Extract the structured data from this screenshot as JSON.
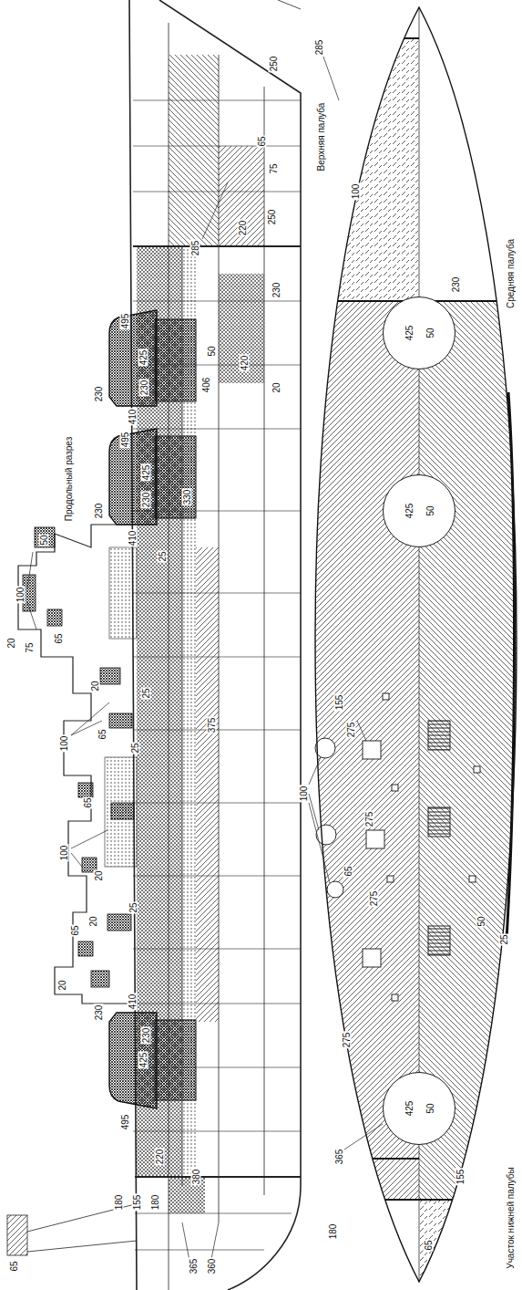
{
  "diagram": {
    "nodes": [
      {
        "text": [
          "425",
          "50"
        ]
      },
      {
        "text": [
          "425",
          "50"
        ]
      },
      {
        "text": [
          "425",
          "50"
        ]
      }
    ],
    "labels": [
      "Продольный разрез",
      "250",
      "65",
      "75",
      "250",
      "220",
      "285",
      "230",
      "20",
      "50",
      "420",
      "406",
      "495",
      "425",
      "230",
      "230",
      "410",
      "495",
      "425",
      "230",
      "230",
      "410",
      "330",
      "25",
      "50",
      "100",
      "20",
      "75",
      "65",
      "20",
      "25",
      "65",
      "100",
      "25",
      "65",
      "375",
      "100",
      "20",
      "25",
      "65",
      "20",
      "20",
      "230",
      "410",
      "425",
      "230",
      "495",
      "380",
      "220",
      "180",
      "155",
      "180",
      "365",
      "360",
      "65",
      "285",
      "Верхняя палуба",
      "100",
      "230",
      "Средняя палуба",
      "155",
      "275",
      "100",
      "275",
      "65",
      "275",
      "50",
      "25",
      "275",
      "365",
      "155",
      "180",
      "65",
      "Участок нижней палубы"
    ]
  }
}
